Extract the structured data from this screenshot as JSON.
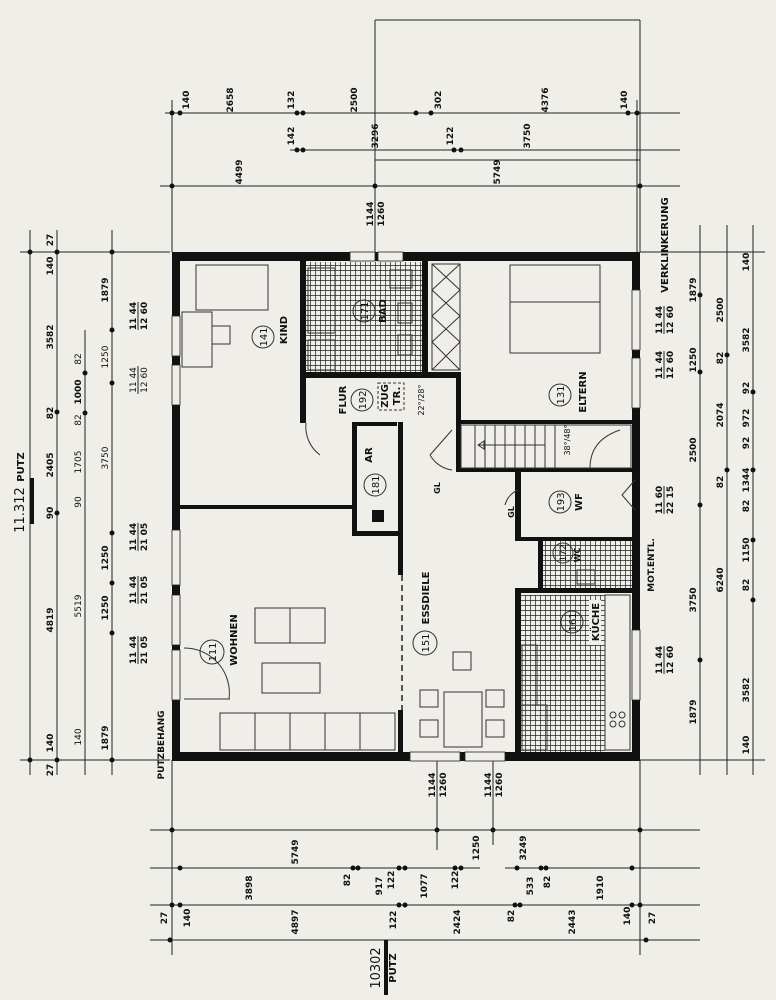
{
  "overall": {
    "width_value": "11.312",
    "width_unit": "PUTZ",
    "depth_value": "10302",
    "depth_unit": "PUTZ"
  },
  "notes": {
    "verklinkerung": "VERKLINKERUNG",
    "mot_entl": "MOT.ENTL.",
    "putzbehang": "PUTZBEHANG",
    "zug_tr_1": "ZUG",
    "zug_tr_2": "TR.",
    "flur_pitch": "22°/28°",
    "stair_pitch": "38°/48°",
    "gl_1": "GL",
    "gl_2": "GL"
  },
  "rooms": [
    {
      "num": "141",
      "name": "KIND"
    },
    {
      "num": "171",
      "name": "BAD"
    },
    {
      "num": "131",
      "name": "ELTERN"
    },
    {
      "num": "192",
      "name": "FLUR"
    },
    {
      "num": "181",
      "name": "AR"
    },
    {
      "num": "193",
      "name": "WF"
    },
    {
      "num": "172",
      "name": "WC"
    },
    {
      "num": "161",
      "name": "KÜCHE"
    },
    {
      "num": "111",
      "name": "WOHNEN"
    },
    {
      "num": "151",
      "name": "ESSDIELE"
    }
  ],
  "dims_left": {
    "outer": [
      "27",
      "140",
      "3582",
      "82",
      "2405",
      "90",
      "4819",
      "140",
      "27"
    ],
    "middle": [
      "82",
      "1000",
      "82",
      "1705",
      "90",
      "5519",
      "140"
    ],
    "inner": [
      "1879",
      "1250",
      "3750",
      "1250",
      "1250",
      "1879"
    ],
    "openings": [
      {
        "top": "11 44",
        "bottom": "12 60"
      },
      {
        "top": "11 44",
        "bottom": "12 60"
      },
      {
        "top": "11 44",
        "bottom": "21 05"
      },
      {
        "top": "11 44",
        "bottom": "21 05"
      },
      {
        "top": "11 44",
        "bottom": "21 05"
      }
    ]
  },
  "dims_top": {
    "row1": [
      "140",
      "2658",
      "132",
      "2500",
      "302",
      "4376",
      "140"
    ],
    "row2": [
      "142",
      "3296",
      "122",
      "3750"
    ],
    "row3": [
      "4499",
      "5749"
    ],
    "opening": {
      "top": "1144",
      "bottom": "1260"
    }
  },
  "dims_right": {
    "inner": [
      "1879",
      "1250",
      "2500",
      "3750",
      "1879"
    ],
    "middle": [
      "2500",
      "82",
      "2074",
      "82",
      "6240"
    ],
    "outer": [
      "140",
      "3582",
      "92",
      "972",
      "92",
      "1344",
      "82",
      "1150",
      "82",
      "3582",
      "140"
    ],
    "openings": [
      {
        "top": "11 44",
        "bottom": "12 60"
      },
      {
        "top": "11 44",
        "bottom": "12 60"
      },
      {
        "top": "11 60",
        "bottom": "22 15"
      },
      {
        "top": "11 44",
        "bottom": "12 60"
      }
    ]
  },
  "dims_bottom": {
    "openings": [
      {
        "top": "1144",
        "bottom": "1260"
      },
      {
        "top": "1144",
        "bottom": "1260"
      }
    ],
    "row1": [
      "5749",
      "1250",
      "3249"
    ],
    "row2": [
      "3898",
      "82",
      "917",
      "122",
      "1077",
      "122",
      "533",
      "82",
      "1910"
    ],
    "row3": [
      "27",
      "140",
      "4897",
      "122",
      "2424",
      "82",
      "2443",
      "140",
      "27"
    ]
  }
}
